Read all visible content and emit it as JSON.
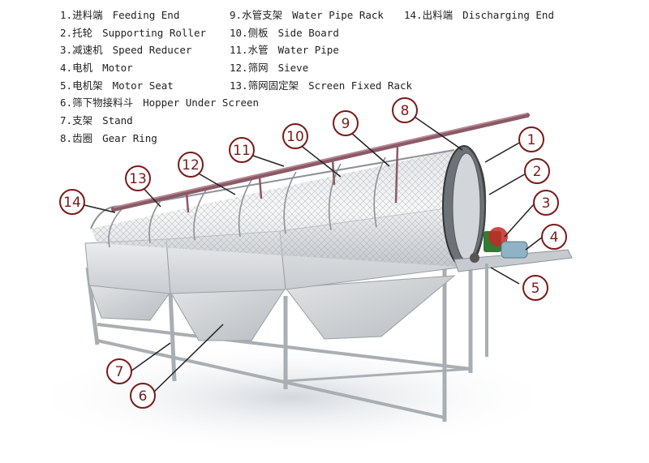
{
  "legend": {
    "col1": [
      {
        "num": "1.",
        "zh": "进料端",
        "en": "Feeding End"
      },
      {
        "num": "2.",
        "zh": "托轮",
        "en": "Supporting Roller"
      },
      {
        "num": "3.",
        "zh": "减速机",
        "en": "Speed Reducer"
      },
      {
        "num": "4.",
        "zh": "电机",
        "en": "Motor"
      },
      {
        "num": "5.",
        "zh": "电机架",
        "en": "Motor Seat"
      },
      {
        "num": "6.",
        "zh": "筛下物接料斗",
        "en": "Hopper Under Screen"
      },
      {
        "num": "7.",
        "zh": "支架",
        "en": "Stand"
      },
      {
        "num": "8.",
        "zh": "齿圈",
        "en": "Gear Ring"
      }
    ],
    "col2": [
      {
        "num": "9.",
        "zh": "水管支架",
        "en": "Water Pipe Rack"
      },
      {
        "num": "10.",
        "zh": "侧板",
        "en": "Side Board"
      },
      {
        "num": "11.",
        "zh": "水管",
        "en": "Water Pipe"
      },
      {
        "num": "12.",
        "zh": "筛网",
        "en": "Sieve"
      },
      {
        "num": "13.",
        "zh": "筛网固定架",
        "en": "Screen Fixed Rack"
      }
    ],
    "col3": [
      {
        "num": "14.",
        "zh": "出料端",
        "en": "Discharging End"
      }
    ]
  },
  "callouts": [
    "1",
    "2",
    "3",
    "4",
    "5",
    "6",
    "7",
    "8",
    "9",
    "10",
    "11",
    "12",
    "13",
    "14"
  ],
  "colors": {
    "callout_stroke": "#7a1a1a",
    "leader_line": "#222222",
    "machine_body": "#d9dcdf",
    "pipe": "#8b5a66"
  }
}
